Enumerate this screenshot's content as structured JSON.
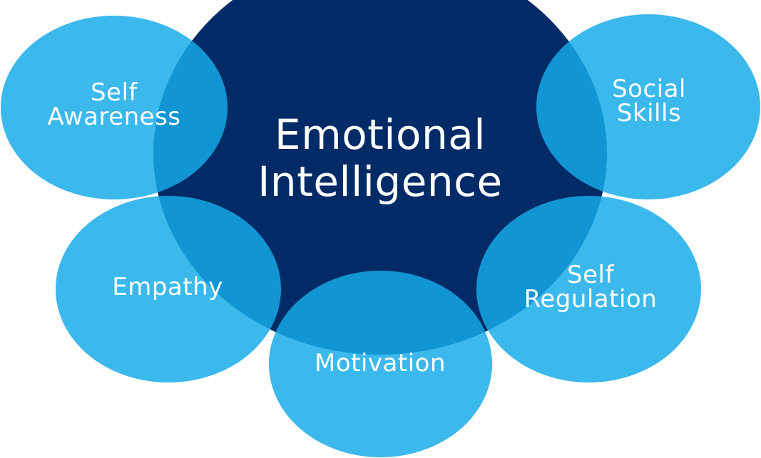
{
  "diagram": {
    "center": {
      "line1": "Emotional",
      "line2": "Intelligence",
      "color": "#002b66"
    },
    "bubble_color": "#16aae8",
    "bubbles": [
      {
        "id": "self-awareness",
        "line1": "Self",
        "line2": "Awareness"
      },
      {
        "id": "social-skills",
        "line1": "Social",
        "line2": "Skills"
      },
      {
        "id": "empathy",
        "line1": "Empathy"
      },
      {
        "id": "self-regulation",
        "line1": "Self",
        "line2": "Regulation"
      },
      {
        "id": "motivation",
        "line1": "Motivation"
      }
    ]
  }
}
